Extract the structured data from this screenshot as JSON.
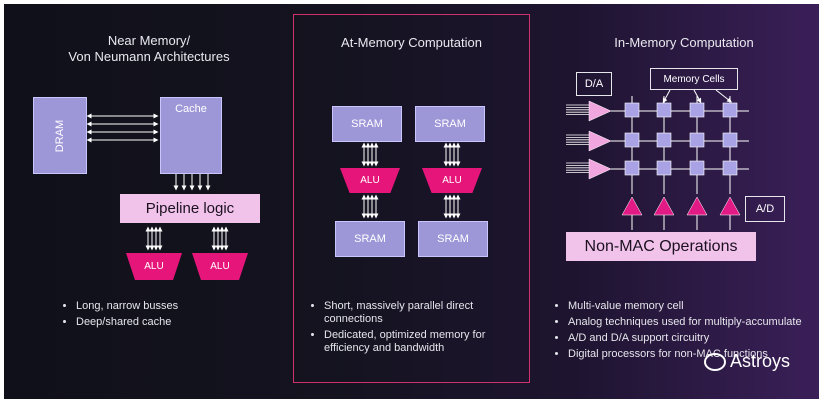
{
  "sections": {
    "near": {
      "title_line1": "Near Memory/",
      "title_line2": "Von Neumann Architectures",
      "dram": "DRAM",
      "cache": "Cache",
      "pipeline": "Pipeline logic",
      "alu1": "ALU",
      "alu2": "ALU",
      "bullets": [
        "Long, narrow busses",
        "Deep/shared cache"
      ]
    },
    "at": {
      "title": "At-Memory Computation",
      "sram1": "SRAM",
      "sram2": "SRAM",
      "sram3": "SRAM",
      "sram4": "SRAM",
      "alu1": "ALU",
      "alu2": "ALU",
      "bullets": [
        "Short, massively parallel direct connections",
        "Dedicated, optimized memory for efficiency and bandwidth"
      ]
    },
    "in": {
      "title": "In-Memory Computation",
      "da": "D/A",
      "memory_cells": "Memory Cells",
      "ad": "A/D",
      "non_mac": "Non-MAC Operations",
      "bullets": [
        "Multi-value memory cell",
        "Analog techniques used for multiply-accumulate",
        "A/D and D/A support circuitry",
        "Digital processors for non-MAC functions"
      ]
    }
  },
  "watermark": "Astroys",
  "colors": {
    "alu": "#e6157a",
    "sram": "#9d97d8",
    "pink_label": "#f2c3ea",
    "frame": "#d0306c"
  }
}
